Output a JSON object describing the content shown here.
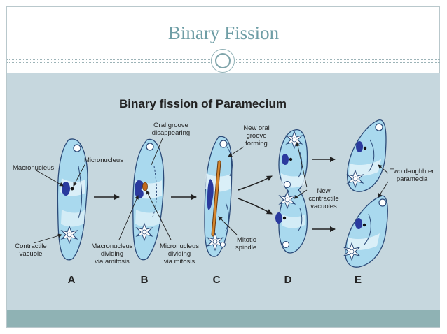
{
  "slide": {
    "title": "Binary Fission"
  },
  "figure": {
    "title": "Binary fission of Paramecium",
    "labels": {
      "macronucleus": "Macronucleus",
      "micronucleus": "Micronucleus",
      "contractile_vacuole_1": "Contractile",
      "contractile_vacuole_2": "vacuole",
      "oral_groove_1": "Oral groove",
      "oral_groove_2": "disappearing",
      "macro_div_1": "Macronucleus",
      "macro_div_2": "dividing",
      "macro_div_3": "via amitosis",
      "micro_div_1": "Micronucleus",
      "micro_div_2": "dividing",
      "micro_div_3": "via mitosis",
      "new_oral_1": "New oral",
      "new_oral_2": "groove",
      "new_oral_3": "forming",
      "mitotic_1": "Mitotic",
      "mitotic_2": "spindle",
      "new_cv_1": "New",
      "new_cv_2": "contractile",
      "new_cv_3": "vacuoles",
      "daughter_1": "Two daughhter",
      "daughter_2": "paramecia"
    },
    "stages": [
      "A",
      "B",
      "C",
      "D",
      "E"
    ]
  },
  "colors": {
    "accent": "#6f9ea6",
    "panel": "#c6d7de",
    "cell_fill": "#a9d9ee",
    "cell_stroke": "#2b4a78",
    "nucleus": "#2a3a9e",
    "spindle": "#c26a1c",
    "bar": "#8fb2b4"
  }
}
